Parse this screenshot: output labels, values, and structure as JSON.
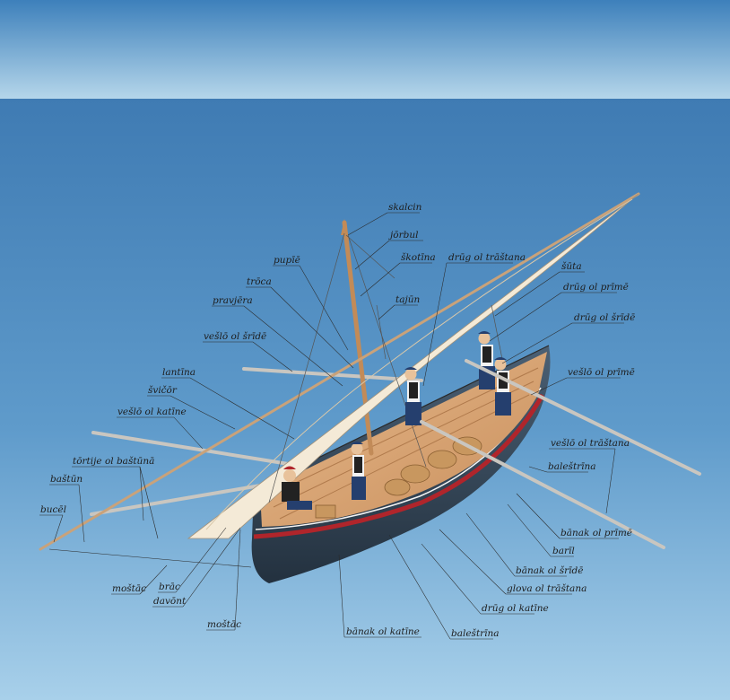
{
  "labels": [
    {
      "id": "skalcin",
      "text": "skalcin"
    },
    {
      "id": "jorbul",
      "text": "jōrbul"
    },
    {
      "id": "skotina",
      "text": "škotīna"
    },
    {
      "id": "drug-trastana",
      "text": "drūg ol trāštana"
    },
    {
      "id": "pupie",
      "text": "pupīē"
    },
    {
      "id": "suta",
      "text": "šūta"
    },
    {
      "id": "troca",
      "text": "trōca"
    },
    {
      "id": "tajun",
      "text": "tajūn"
    },
    {
      "id": "drug-prime",
      "text": "drūg ol prīmē"
    },
    {
      "id": "pravjera",
      "text": "pravjēra"
    },
    {
      "id": "drug-sride",
      "text": "drūg ol šrīdē"
    },
    {
      "id": "veslo-sride",
      "text": "vešlō ol šrīdē"
    },
    {
      "id": "veslo-prime",
      "text": "vešlō ol prīmē"
    },
    {
      "id": "lantina",
      "text": "lantīna"
    },
    {
      "id": "svicor",
      "text": "švičōr"
    },
    {
      "id": "veslo-katine",
      "text": "vešlō ol katīne"
    },
    {
      "id": "veslo-trastana",
      "text": "vešlō ol trāštana"
    },
    {
      "id": "tortije",
      "text": "tōrtije ol baštūnā"
    },
    {
      "id": "balestrina-1",
      "text": "baleštrīna"
    },
    {
      "id": "bastun",
      "text": "baštūn"
    },
    {
      "id": "bucel",
      "text": "bucēl"
    },
    {
      "id": "banak-prime",
      "text": "bānak ol prīmē"
    },
    {
      "id": "baril",
      "text": "barīl"
    },
    {
      "id": "mostac-1",
      "text": "moštāc"
    },
    {
      "id": "brac",
      "text": "brāc"
    },
    {
      "id": "banak-sride",
      "text": "bānak ol šrīdē"
    },
    {
      "id": "davont",
      "text": "davōnt"
    },
    {
      "id": "glova-trastana",
      "text": "glova ol trāštana"
    },
    {
      "id": "drug-katine",
      "text": "drūg ol katīne"
    },
    {
      "id": "mostac-2",
      "text": "moštāc"
    },
    {
      "id": "banak-katine",
      "text": "bānak ol katīne"
    },
    {
      "id": "balestrina-2",
      "text": "baleštrīna"
    }
  ],
  "colors": {
    "sky_top": "#3d80bb",
    "sky_bottom": "#b5d6ea",
    "sea_top": "#3f7bb3",
    "sea_bottom": "#a8d0ea",
    "hull": "#34475a",
    "hull_stripe": "#b0252b",
    "wood": "#d8a272",
    "sail": "#f4ead7"
  }
}
